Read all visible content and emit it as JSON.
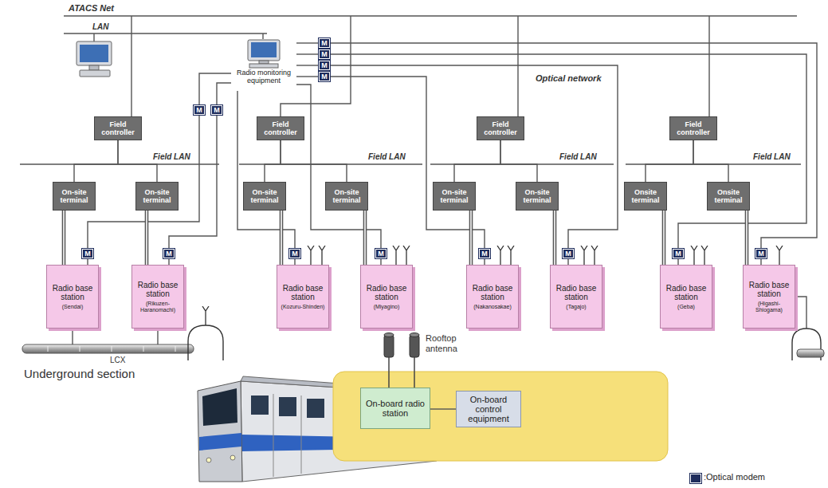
{
  "diagram": {
    "nodes": [
      {
        "text": [
          "Radio monitoring equipment"
        ]
      },
      {
        "text": [
          "M"
        ]
      },
      {
        "text": [
          "M"
        ]
      },
      {
        "text": [
          "M"
        ]
      },
      {
        "text": [
          "M"
        ]
      },
      {
        "text": [
          "M"
        ]
      },
      {
        "text": [
          "M"
        ]
      },
      {
        "text": [
          "Field controller"
        ]
      },
      {
        "text": [
          "Field controller"
        ]
      },
      {
        "text": [
          "Field controller"
        ]
      },
      {
        "text": [
          "Field controller"
        ]
      },
      {
        "text": [
          "On-site terminal"
        ]
      },
      {
        "text": [
          "On-site terminal"
        ]
      },
      {
        "text": [
          "On-site terminal"
        ]
      },
      {
        "text": [
          "On-site terminal"
        ]
      },
      {
        "text": [
          "On-site terminal"
        ]
      },
      {
        "text": [
          "On-site terminal"
        ]
      },
      {
        "text": [
          "Onsite terminal"
        ]
      },
      {
        "text": [
          "Onsite terminal"
        ]
      },
      {
        "text": [
          "M"
        ]
      },
      {
        "text": [
          "M"
        ]
      },
      {
        "text": [
          "M"
        ]
      },
      {
        "text": [
          "M"
        ]
      },
      {
        "text": [
          "M"
        ]
      },
      {
        "text": [
          "M"
        ]
      },
      {
        "text": [
          "M"
        ]
      },
      {
        "text": [
          "M"
        ]
      },
      {
        "text": [
          "Radio base station",
          "(Sendai)"
        ]
      },
      {
        "text": [
          "Radio base station",
          "(Rikuzen-Haranomachi)"
        ]
      },
      {
        "text": [
          "Radio base station",
          "(Kozuru-Shinden)"
        ]
      },
      {
        "text": [
          "Radio base station",
          "(Miyagino)"
        ]
      },
      {
        "text": [
          "Radio base station",
          "(Nakanosakae)"
        ]
      },
      {
        "text": [
          "Radio base station",
          "(Tagajo)"
        ]
      },
      {
        "text": [
          "Radio base station",
          "(Geba)"
        ]
      },
      {
        "text": [
          "Radio base station",
          "(Higashi-Shiogama)"
        ]
      },
      {
        "text": [
          "On-board radio station"
        ]
      },
      {
        "text": [
          "On-board control equipment"
        ]
      }
    ],
    "edges": [
      {
        "from": 0,
        "to": 1,
        "arrow": "none"
      },
      {
        "from": 0,
        "to": 2,
        "arrow": "none"
      },
      {
        "from": 0,
        "to": 3,
        "arrow": "none"
      },
      {
        "from": 0,
        "to": 4,
        "arrow": "none"
      },
      {
        "from": 0,
        "to": 5,
        "arrow": "none"
      },
      {
        "from": 0,
        "to": 6,
        "arrow": "none"
      },
      {
        "from": 0,
        "to": 21,
        "arrow": "none"
      },
      {
        "from": 0,
        "to": 22,
        "arrow": "none"
      },
      {
        "from": 1,
        "to": 19,
        "arrow": "none"
      },
      {
        "from": 2,
        "to": 20,
        "arrow": "none"
      },
      {
        "from": 3,
        "to": 23,
        "arrow": "none"
      },
      {
        "from": 4,
        "to": 24,
        "arrow": "none"
      },
      {
        "from": 5,
        "to": 25,
        "arrow": "none"
      },
      {
        "from": 6,
        "to": 26,
        "arrow": "none"
      },
      {
        "from": 19,
        "to": 27,
        "arrow": "none"
      },
      {
        "from": 20,
        "to": 28,
        "arrow": "none"
      },
      {
        "from": 21,
        "to": 29,
        "arrow": "none"
      },
      {
        "from": 22,
        "to": 30,
        "arrow": "none"
      },
      {
        "from": 23,
        "to": 31,
        "arrow": "none"
      },
      {
        "from": 24,
        "to": 32,
        "arrow": "none"
      },
      {
        "from": 25,
        "to": 33,
        "arrow": "none"
      },
      {
        "from": 26,
        "to": 34,
        "arrow": "none"
      },
      {
        "from": 7,
        "to": 11,
        "arrow": "none"
      },
      {
        "from": 7,
        "to": 12,
        "arrow": "none"
      },
      {
        "from": 8,
        "to": 13,
        "arrow": "none"
      },
      {
        "from": 8,
        "to": 14,
        "arrow": "none"
      },
      {
        "from": 9,
        "to": 15,
        "arrow": "none"
      },
      {
        "from": 9,
        "to": 16,
        "arrow": "none"
      },
      {
        "from": 10,
        "to": 17,
        "arrow": "none"
      },
      {
        "from": 10,
        "to": 18,
        "arrow": "none"
      },
      {
        "from": 11,
        "to": 27,
        "arrow": "none"
      },
      {
        "from": 12,
        "to": 28,
        "arrow": "none"
      },
      {
        "from": 13,
        "to": 29,
        "arrow": "none"
      },
      {
        "from": 14,
        "to": 30,
        "arrow": "none"
      },
      {
        "from": 15,
        "to": 31,
        "arrow": "none"
      },
      {
        "from": 16,
        "to": 32,
        "arrow": "none"
      },
      {
        "from": 17,
        "to": 33,
        "arrow": "none"
      },
      {
        "from": 18,
        "to": 34,
        "arrow": "none"
      },
      {
        "from": 35,
        "to": 36,
        "arrow": "none"
      }
    ],
    "labels": [
      "ATACS Net",
      "LAN",
      "Optical network",
      "Field LAN",
      "Field LAN",
      "Field LAN",
      "Field LAN",
      "LCX",
      "Underground section",
      "Rooftop antenna",
      "M"
    ],
    "legend": [
      {
        "text": ":Optical modem",
        "color": "#1f2d5c"
      }
    ]
  }
}
